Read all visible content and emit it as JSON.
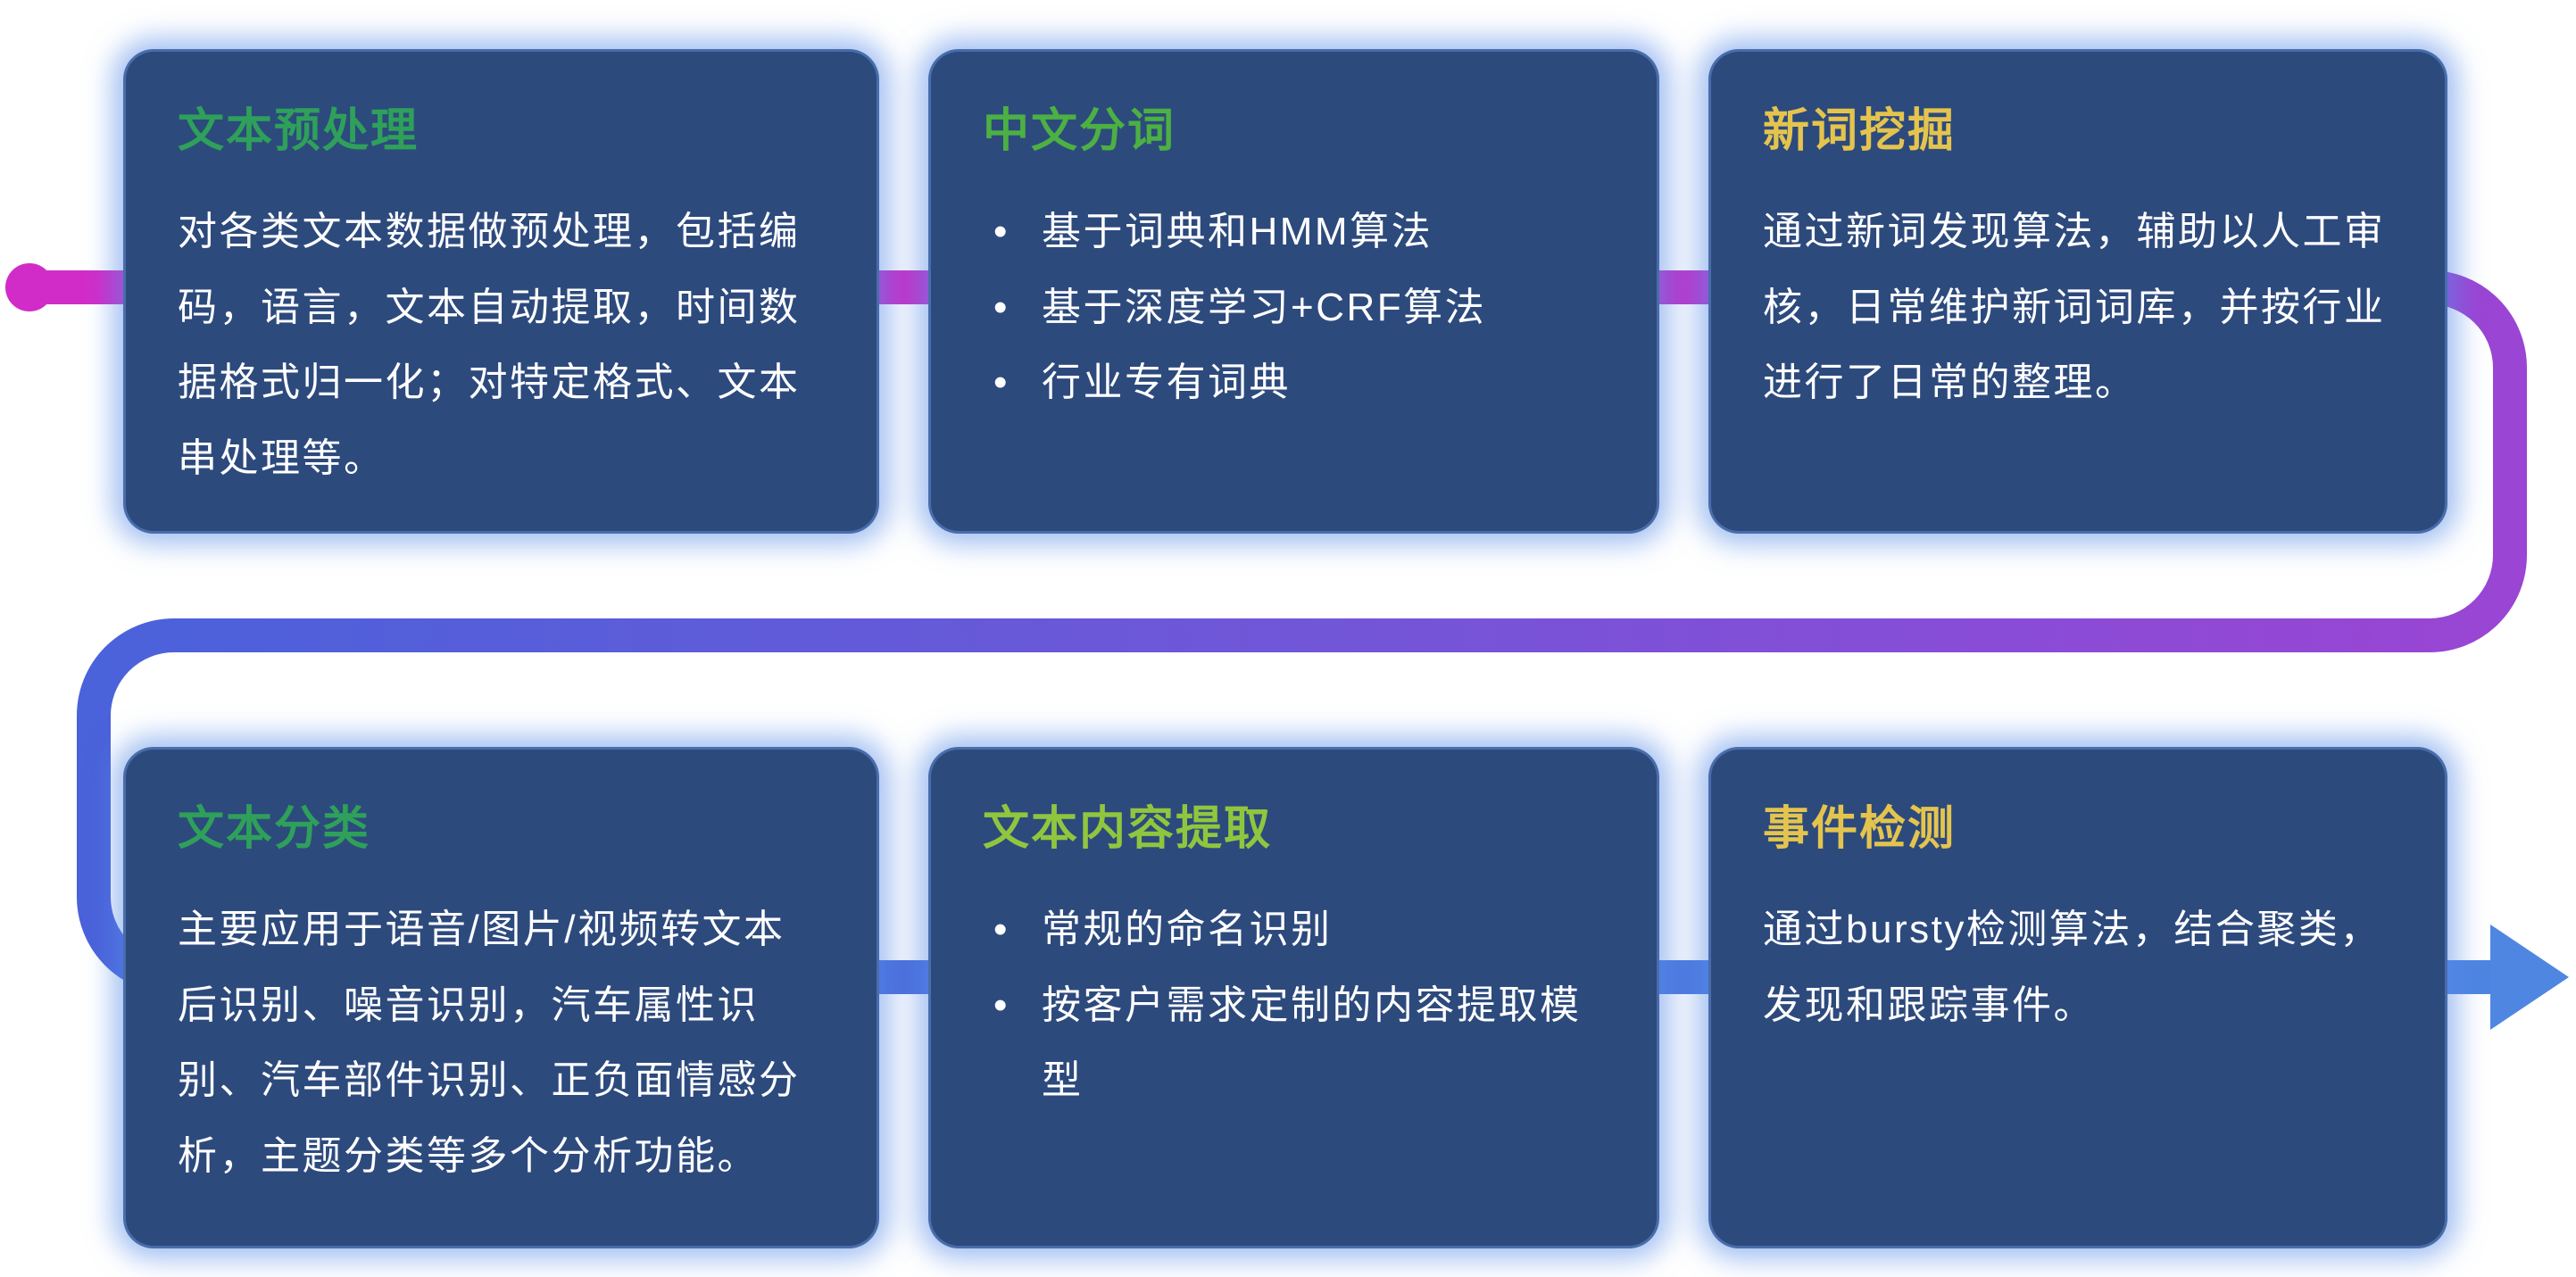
{
  "colors": {
    "card_background": "#2d4a7d",
    "card_glow": "#568ae8",
    "body_text": "#ffffff"
  },
  "flow": {
    "magenta": "#d22cc8",
    "magenta_deep": "#c433cb",
    "purple": "#9a45d4",
    "violet": "#7156d8",
    "blue": "#4a62da",
    "blue_light": "#4f86e2"
  },
  "cards": [
    {
      "title": "文本预处理",
      "title_color": "#2ea05a",
      "body": "对各类文本数据做预处理，包括编码，语言，文本自动提取，时间数据格式归一化；对特定格式、文本串处理等。"
    },
    {
      "title": "中文分词",
      "title_color": "#4cb043",
      "bullets": [
        "基于词典和HMM算法",
        "基于深度学习+CRF算法",
        "行业专有词典"
      ]
    },
    {
      "title": "新词挖掘",
      "title_color": "#e4c44d",
      "body": "通过新词发现算法，辅助以人工审核，日常维护新词词库，并按行业进行了日常的整理。"
    },
    {
      "title": "文本分类",
      "title_color": "#2ea05a",
      "body": "主要应用于语音/图片/视频转文本后识别、噪音识别，汽车属性识别、汽车部件识别、正负面情感分析，主题分类等多个分析功能。"
    },
    {
      "title": "文本内容提取",
      "title_color": "#90c63e",
      "bullets": [
        "常规的命名识别",
        "按客户需求定制的内容提取模型"
      ]
    },
    {
      "title": "事件检测",
      "title_color": "#e4c44d",
      "body": "通过bursty检测算法，结合聚类，发现和跟踪事件。"
    }
  ]
}
